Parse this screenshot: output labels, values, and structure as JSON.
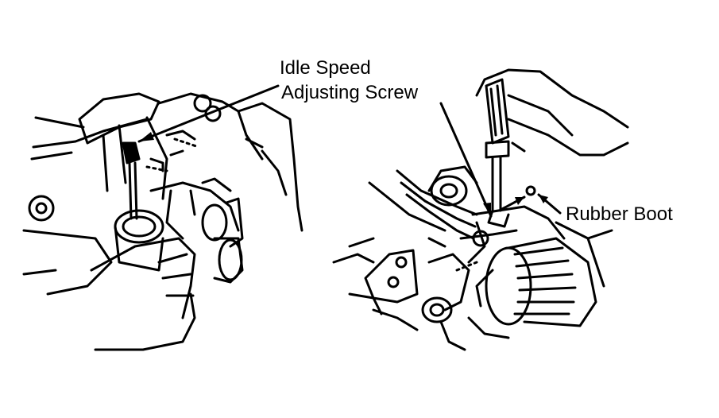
{
  "labels": {
    "idle_speed_line1": "Idle Speed",
    "idle_speed_line2": "Adjusting Screw",
    "rubber_boot": "Rubber Boot"
  },
  "colors": {
    "ink": "#000000",
    "paper": "#ffffff"
  }
}
